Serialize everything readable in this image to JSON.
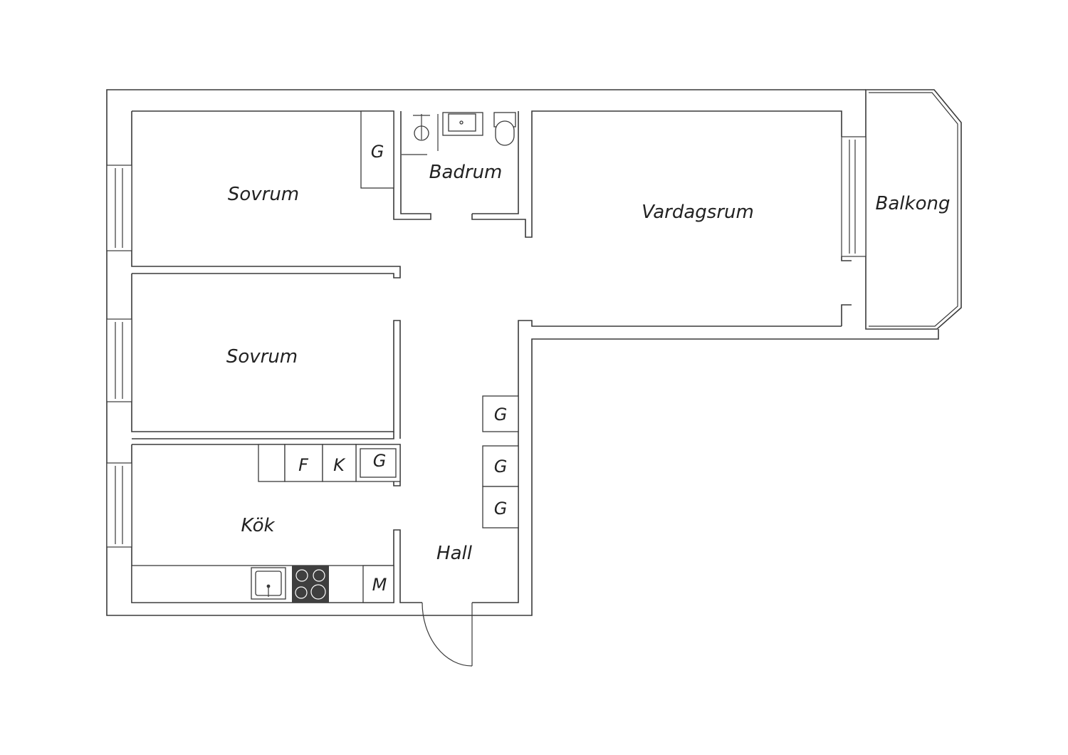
{
  "rooms": {
    "sovrum_1": "Sovrum",
    "sovrum_2": "Sovrum",
    "badrum": "Badrum",
    "vardagsrum": "Vardagsrum",
    "balkong": "Balkong",
    "kok": "Kök",
    "hall": "Hall"
  },
  "fixtures": {
    "garderob": "G",
    "frys": "F",
    "kyl": "K",
    "mikro": "M"
  },
  "colors": {
    "wall": "#3a3a3a",
    "stove": "#3f3f3f",
    "text": "#222222"
  }
}
